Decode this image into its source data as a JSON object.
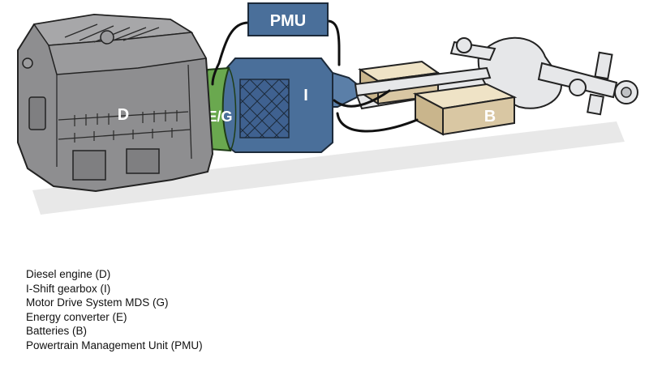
{
  "diagram": {
    "labels": {
      "engine": "D",
      "converter": "E/G",
      "gearbox": "I",
      "pmu": "PMU",
      "battery": "B"
    },
    "colors": {
      "engine": "#8e8e90",
      "converter": "#6aa84f",
      "gearbox": "#4a6f9a",
      "pmu": "#4a6f9a",
      "battery": "#d9c7a3",
      "axle": "#e6e7e9",
      "cable": "#111111"
    }
  },
  "legend": {
    "items": [
      "Diesel engine (D)",
      "I-Shift gearbox (I)",
      "Motor Drive System MDS (G)",
      "Energy converter (E)",
      "Batteries (B)",
      "Powertrain Management Unit (PMU)"
    ]
  }
}
